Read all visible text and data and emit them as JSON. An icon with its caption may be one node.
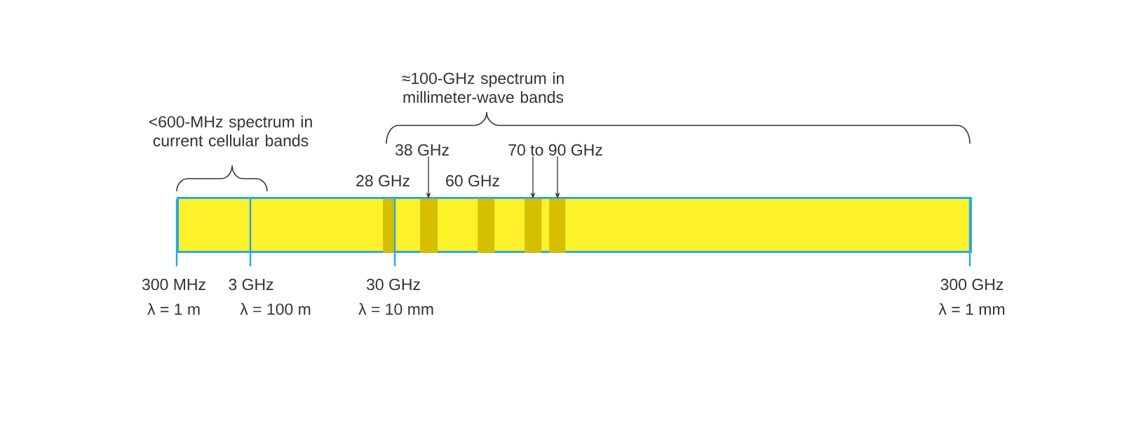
{
  "diagram": {
    "nodes": [
      {
        "text": [],
        "shape": "bar"
      },
      {
        "text": [],
        "shape": "bar",
        "in": 0
      },
      {
        "text": [],
        "shape": "bar",
        "in": 0
      },
      {
        "text": [],
        "shape": "bar",
        "in": 0
      },
      {
        "text": [],
        "shape": "bar",
        "in": 0
      },
      {
        "text": [],
        "shape": "bar",
        "in": 0
      },
      {
        "text": [
          "38 GHz"
        ]
      },
      {
        "text": [
          "70 to 90 GHz"
        ]
      }
    ],
    "edges": [
      {
        "from": 6,
        "to": 2,
        "arrow": "to"
      },
      {
        "from": 7,
        "to": 4,
        "arrow": "to"
      },
      {
        "from": 7,
        "to": 5,
        "arrow": "to"
      }
    ],
    "labels": [
      "≈100-GHz spectrum in millimeter-wave bands",
      "<600-MHz spectrum in current cellular bands",
      "28 GHz",
      "60 GHz",
      "300 MHz",
      "λ = 1 m",
      "3 GHz",
      "λ = 100 m",
      "30 GHz",
      "λ = 10 mm",
      "300 GHz",
      "λ = 1 mm"
    ]
  }
}
